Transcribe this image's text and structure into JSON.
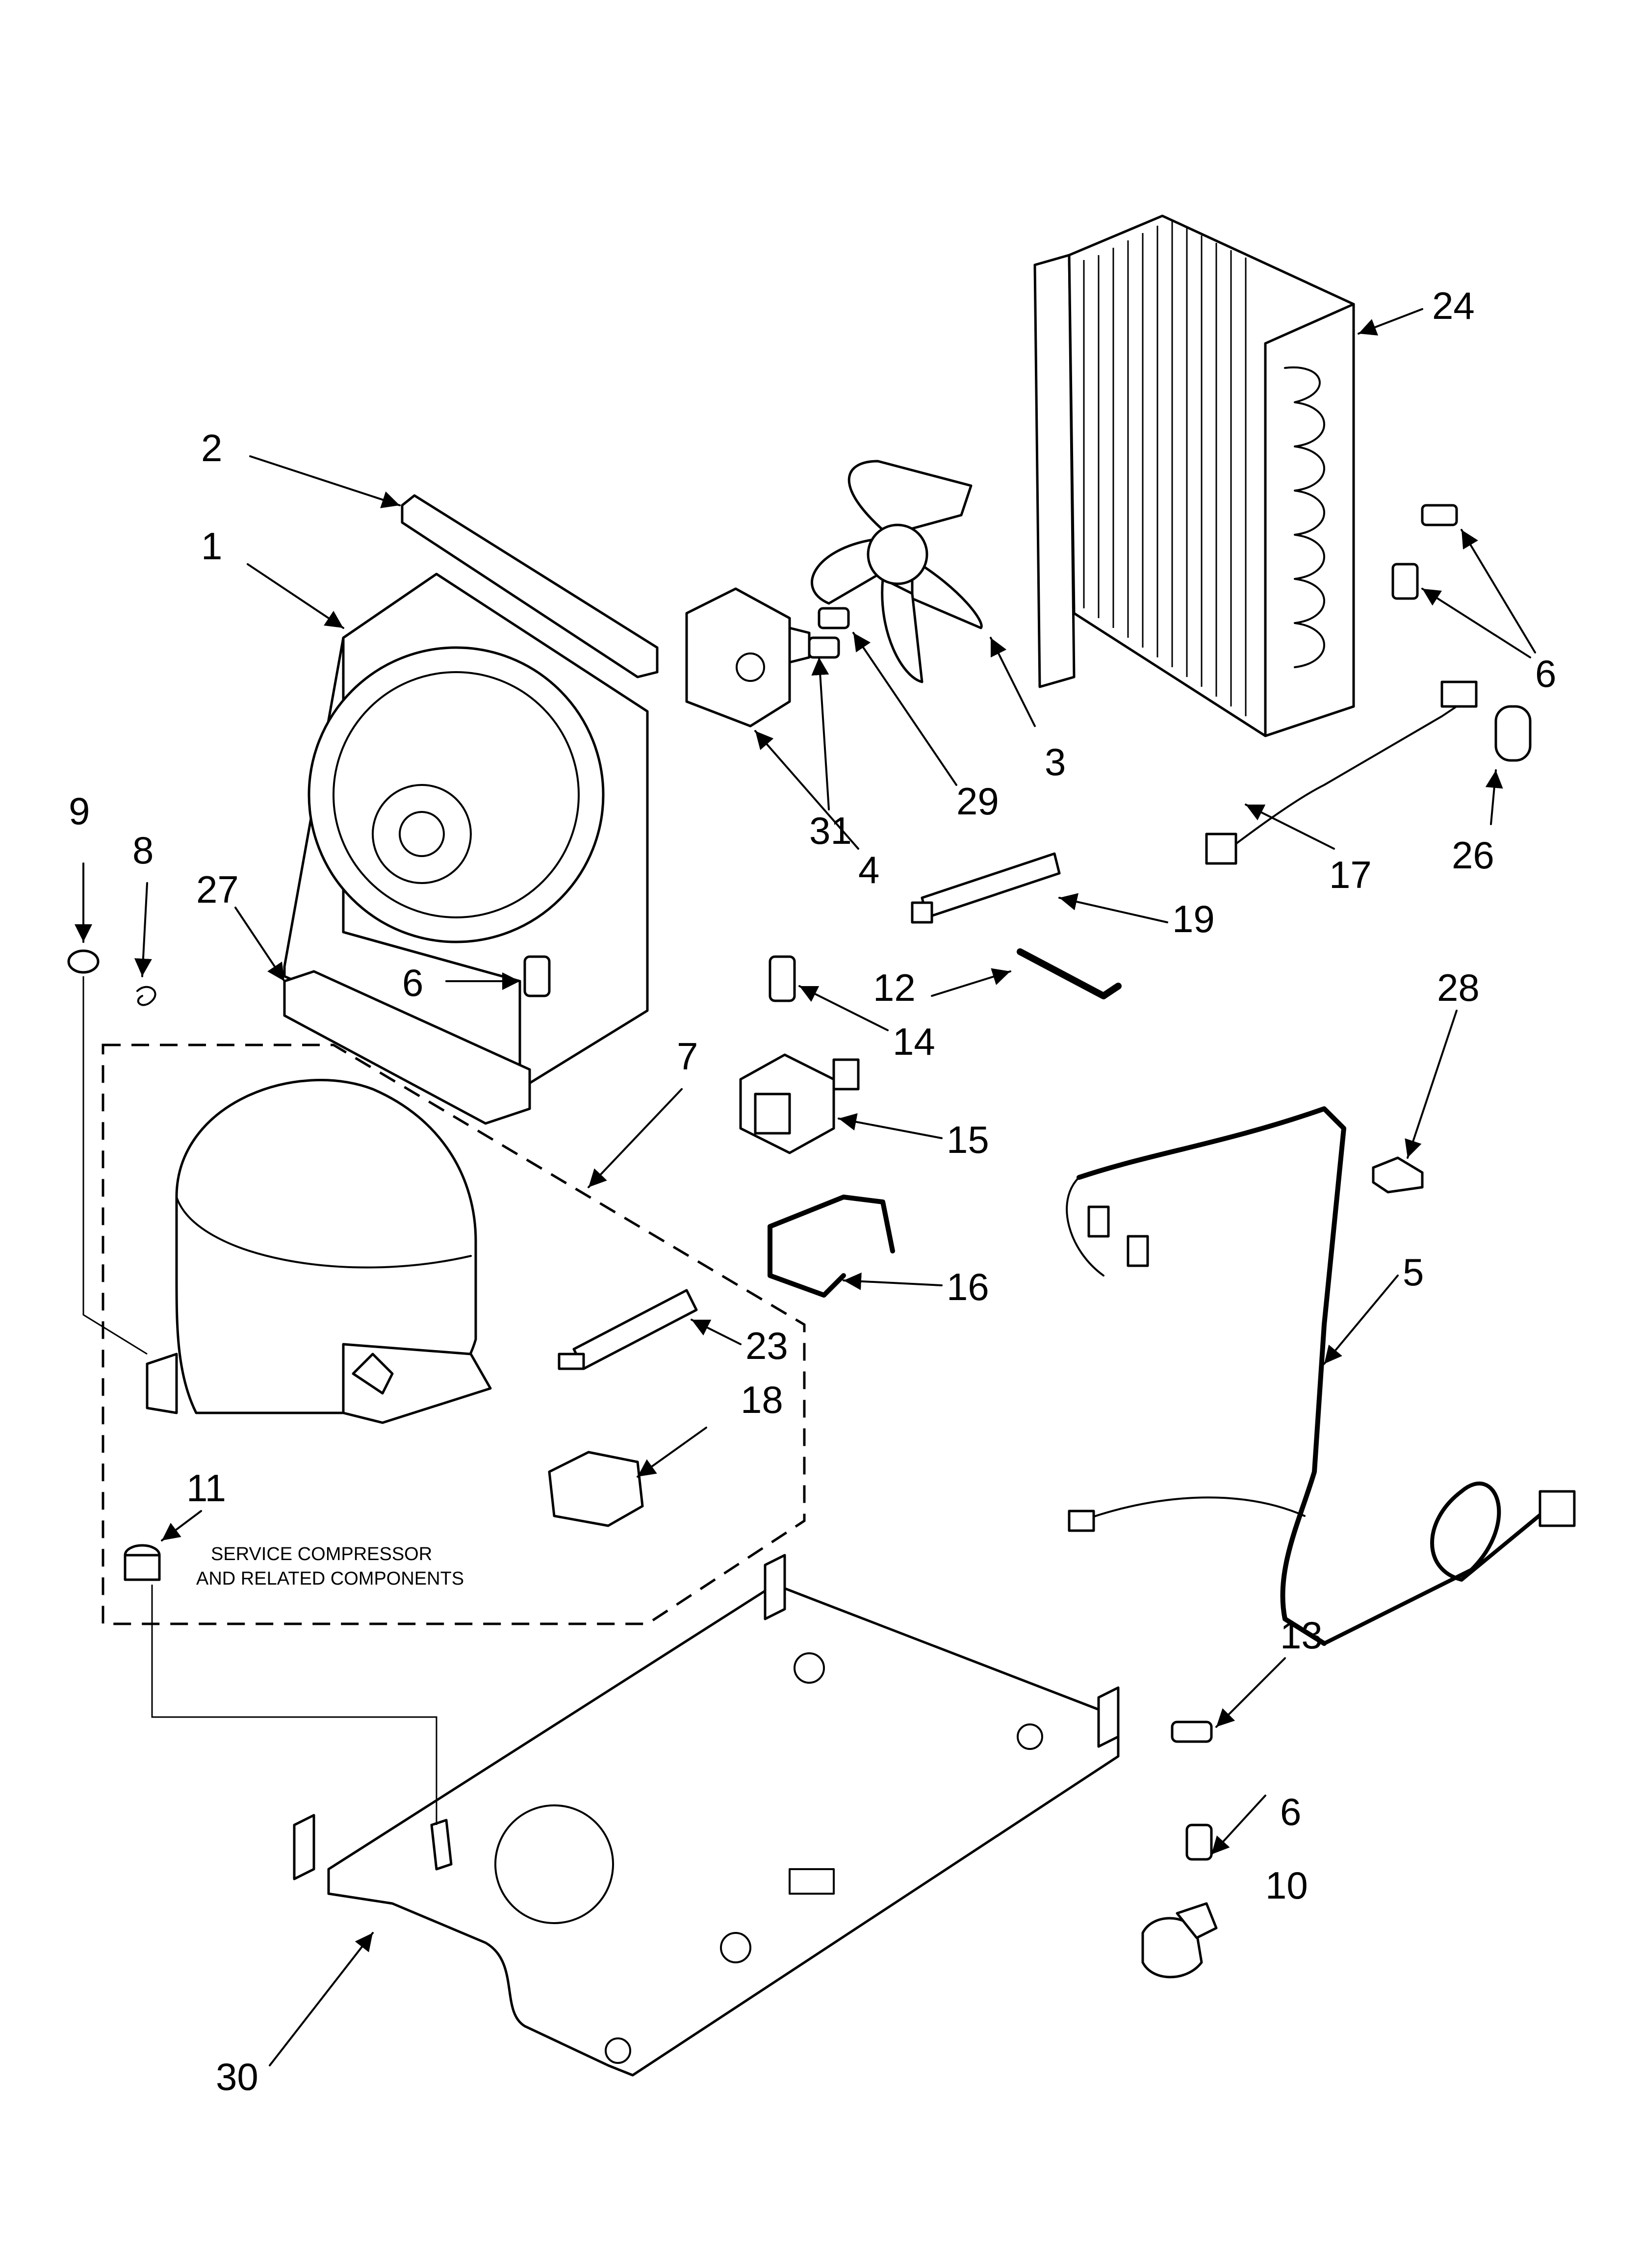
{
  "callouts": {
    "c1": "1",
    "c2": "2",
    "c3": "3",
    "c4": "4",
    "c5": "5",
    "c6a": "6",
    "c6b": "6",
    "c6c": "6",
    "c7": "7",
    "c8": "8",
    "c9": "9",
    "c10": "10",
    "c11": "11",
    "c12": "12",
    "c13": "13",
    "c14": "14",
    "c15": "15",
    "c16": "16",
    "c17": "17",
    "c18": "18",
    "c19": "19",
    "c23": "23",
    "c24": "24",
    "c26": "26",
    "c27": "27",
    "c28": "28",
    "c29": "29",
    "c30": "30",
    "c31": "31"
  },
  "service_note": {
    "line1": "SERVICE COMPRESSOR",
    "line2": "AND RELATED COMPONENTS"
  }
}
